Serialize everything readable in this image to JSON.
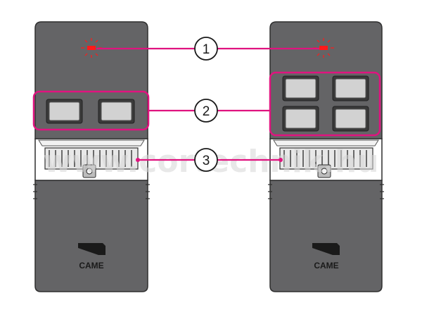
{
  "watermark": "www.cortechnik.hu",
  "colors": {
    "body": "#646466",
    "body_stroke": "#2e2e2e",
    "callout": "#e0137f",
    "led": "#ff1a1a",
    "button_fill": "#d2d2d2",
    "dip_fill": "#e8e8e8"
  },
  "remotes": [
    {
      "name": "two-button-remote",
      "brand": "CAME",
      "buttons": 2
    },
    {
      "name": "four-button-remote",
      "brand": "CAME",
      "buttons": 4
    }
  ],
  "callouts": [
    {
      "number": "1",
      "target": "led"
    },
    {
      "number": "2",
      "target": "buttons"
    },
    {
      "number": "3",
      "target": "dip-switches"
    }
  ]
}
